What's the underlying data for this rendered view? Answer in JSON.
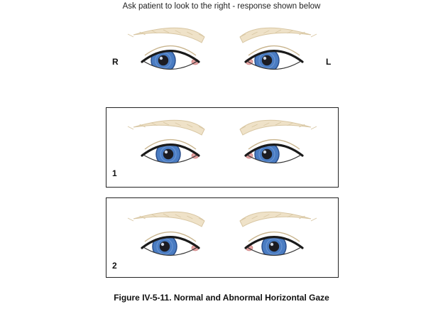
{
  "header": {
    "instruction": "Ask patient to look to the right - response shown below"
  },
  "labels": {
    "right": "R",
    "left": "L"
  },
  "panels": [
    {
      "number": "1"
    },
    {
      "number": "2"
    }
  ],
  "figure": {
    "caption": "Figure IV-5-11. Normal and Abnormal Horizontal Gaze"
  },
  "colors": {
    "eyebrow": "#efe2c8",
    "eyebrow_stroke": "#d8c6a2",
    "iris": "#4a7cc2",
    "iris_dark": "#2b4f8c",
    "pupil": "#1c1c22",
    "caruncle": "#e7a3a3",
    "eyelid": "#1a1a1a",
    "crease": "#c9b58e"
  }
}
